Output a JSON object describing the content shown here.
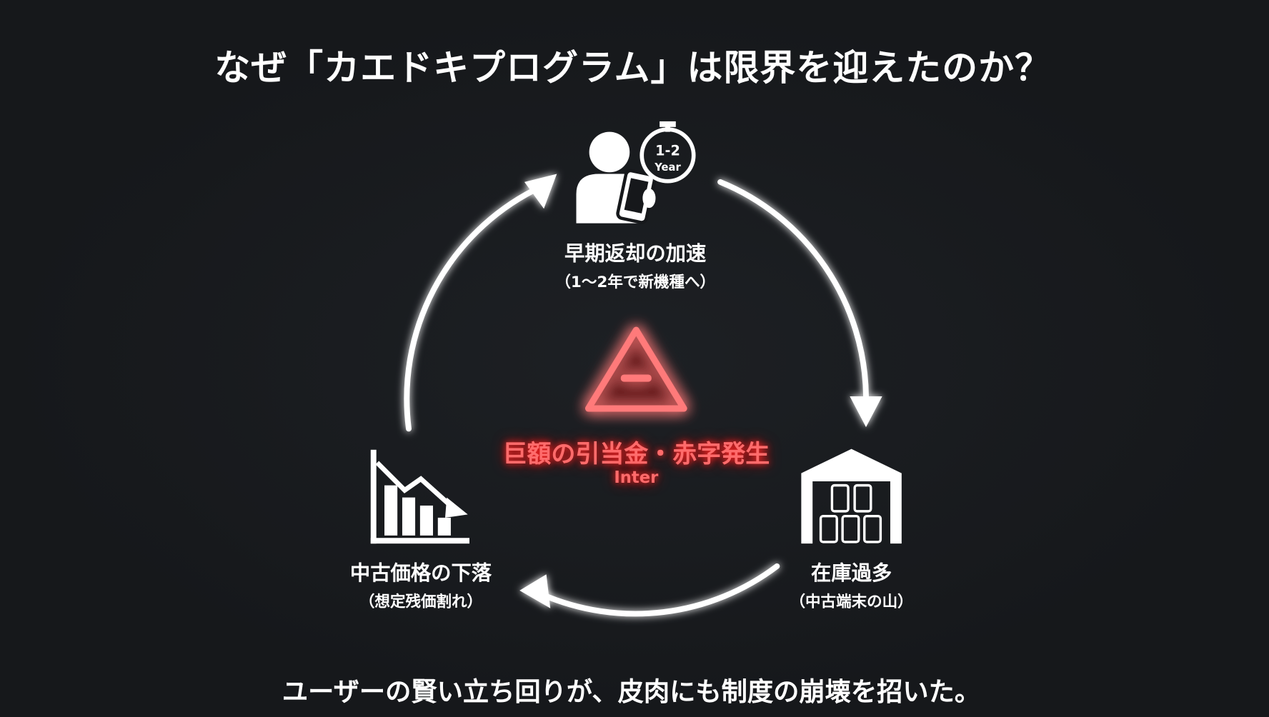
{
  "title": "なぜ「カエドキプログラム」は限界を迎えたのか？",
  "center": {
    "label": "巨額の引当金・赤字発生",
    "sub": "Inter",
    "color": "#ff6b6b"
  },
  "nodes": [
    {
      "icon": "user-phone-stopwatch-icon",
      "badge_top": "1-2",
      "badge_bottom": "Year",
      "label": "早期返却の加速",
      "sub": "（1〜2年で新機種へ）"
    },
    {
      "icon": "warehouse-phones-icon",
      "label": "在庫過多",
      "sub": "（中古端末の山）"
    },
    {
      "icon": "declining-chart-icon",
      "label": "中古価格の下落",
      "sub": "（想定残価割れ）"
    }
  ],
  "footer": "ユーザーの賢い立ち回りが、皮肉にも制度の崩壊を招いた。"
}
